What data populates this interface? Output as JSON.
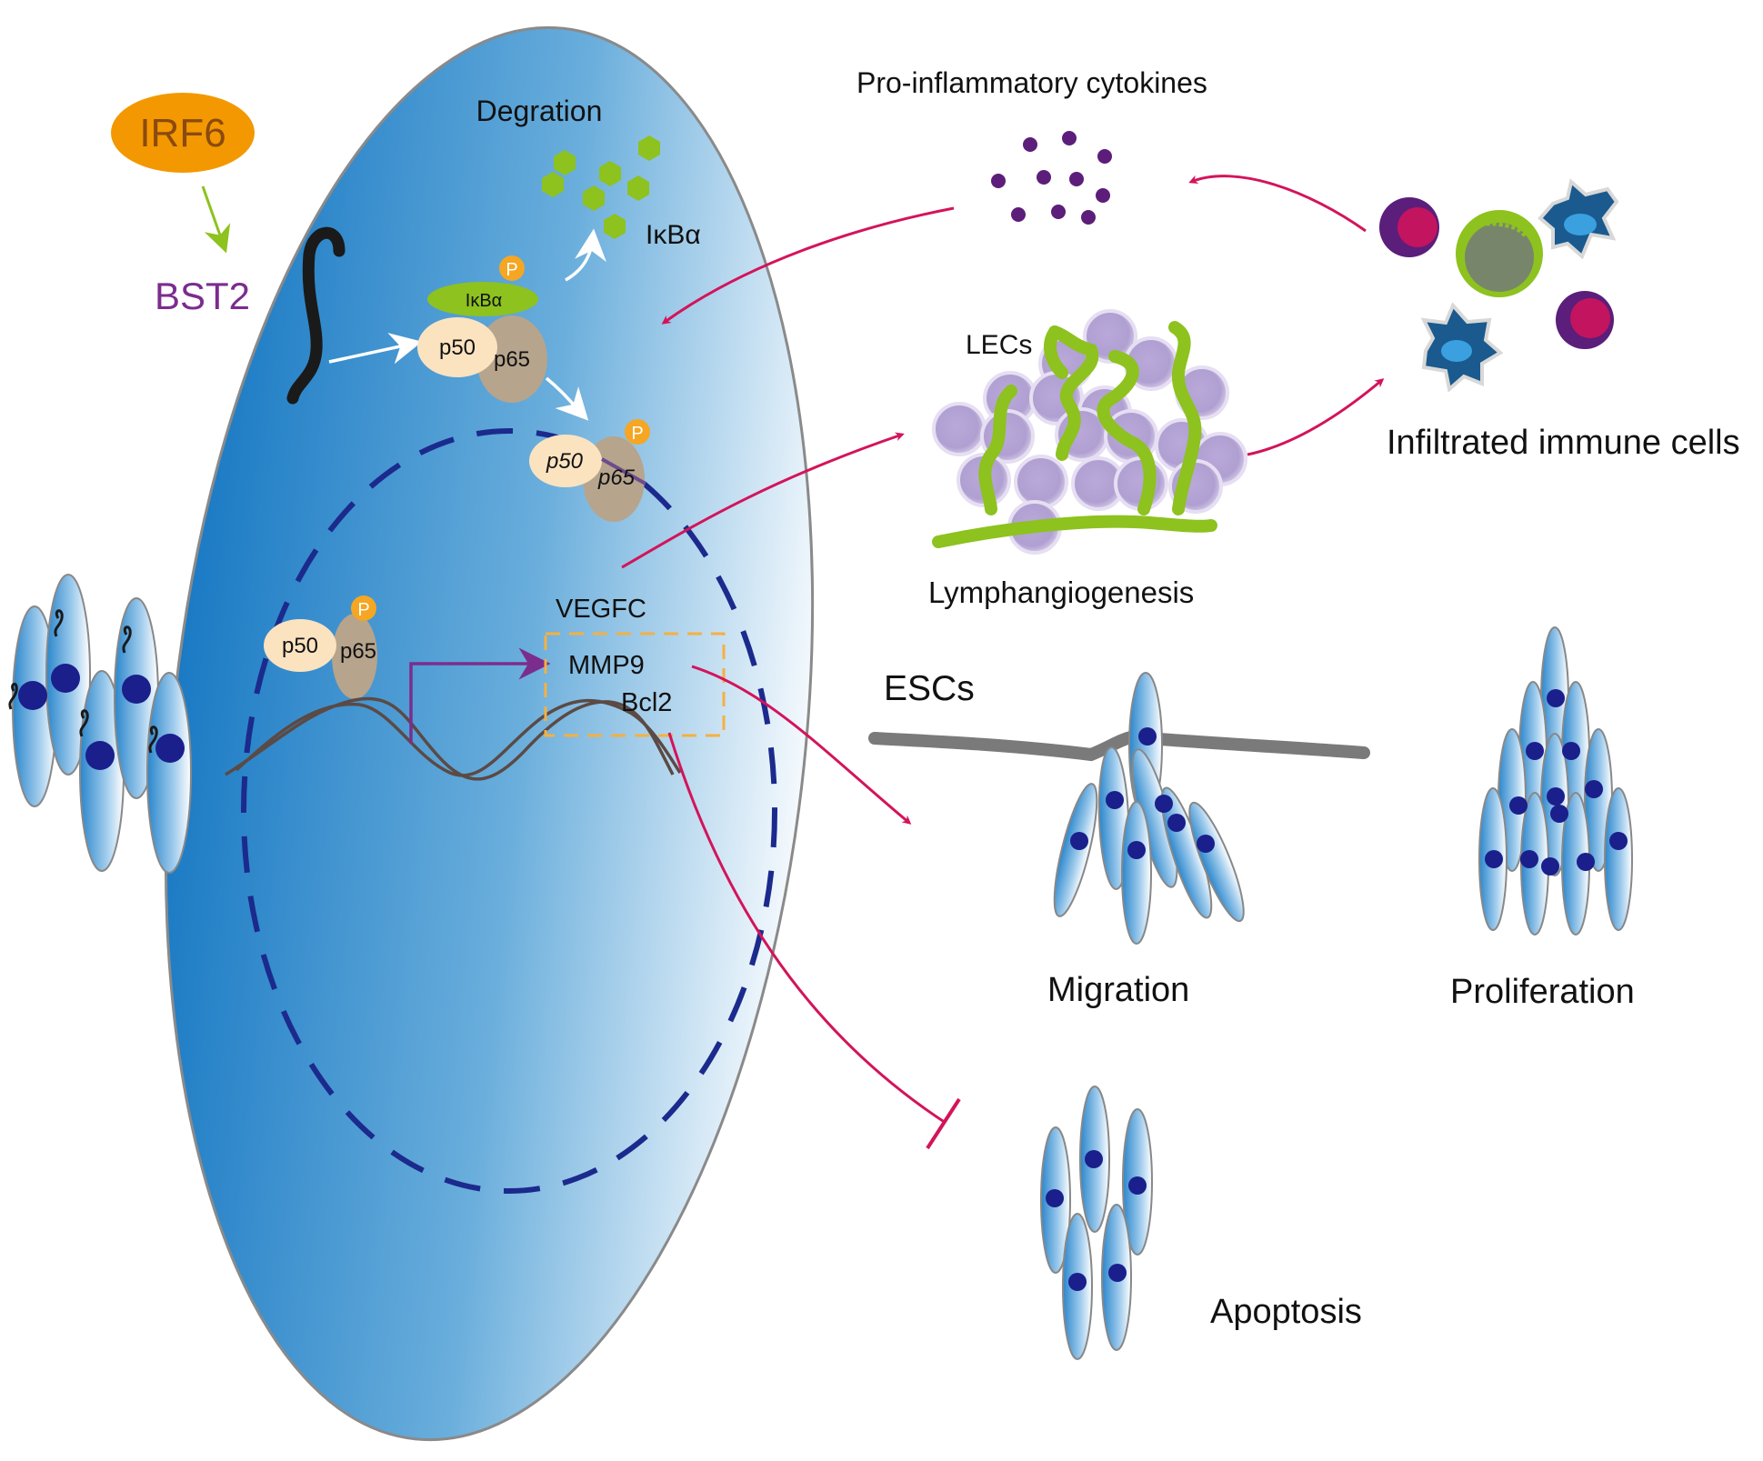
{
  "labels": {
    "irf6": "IRF6",
    "bst2": "BST2",
    "degration": "Degration",
    "ikba_free": "IκBα",
    "ikba_bound": "IκBα",
    "p_marker": "P",
    "p50": "p50",
    "p65": "p65",
    "vegfc": "VEGFC",
    "mmp9": "MMP9",
    "bcl2": "Bcl2",
    "pro_inflammatory": "Pro-inflammatory cytokines",
    "lecs": "LECs",
    "lymphangiogenesis": "Lymphangiogenesis",
    "infiltrated": "Infiltrated immune cells",
    "escs": "ESCs",
    "migration": "Migration",
    "proliferation": "Proliferation",
    "apoptosis": "Apoptosis"
  },
  "colors": {
    "irf6_fill": "#f39800",
    "irf6_text": "#8a4a10",
    "bst2_text": "#7b2d8e",
    "cell_dark": "#1a7ac4",
    "cell_light": "#ffffff",
    "nucleus_dash": "#1b2a8c",
    "ikba_green": "#8dc21f",
    "p50_fill": "#fbe3c0",
    "p65_fill": "#b6a48c",
    "p_fill": "#f5a623",
    "arrow_red": "#d3145a",
    "arrow_purple": "#7b2d8e",
    "cytokine": "#5c1e7a",
    "lec_purple": "#b7a6d6",
    "escs_line": "#7a7a7a",
    "vegfc_box": "#f5b041"
  }
}
